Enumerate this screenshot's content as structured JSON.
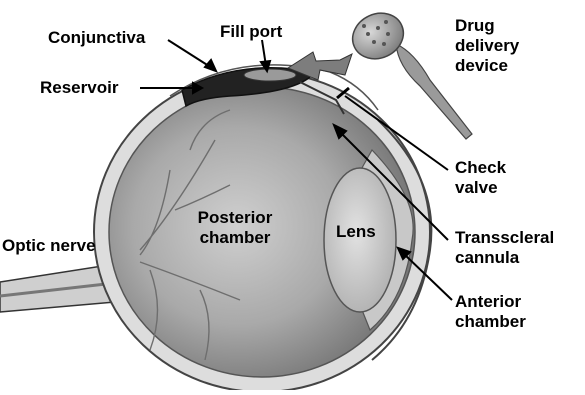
{
  "labels": {
    "conjunctiva": "Conjunctiva",
    "fill_port": "Fill port",
    "reservoir": "Reservoir",
    "drug_device": [
      "Drug",
      "delivery",
      "device"
    ],
    "check_valve": [
      "Check",
      "valve"
    ],
    "posterior_chamber": [
      "Posterior",
      "chamber"
    ],
    "lens": "Lens",
    "optic_nerve": "Optic nerve",
    "transscleral_cannula": [
      "Transscleral",
      "cannula"
    ],
    "anterior_chamber": [
      "Anterior",
      "chamber"
    ]
  },
  "colors": {
    "sclera": "#d6d6d6",
    "eye_interior": "#9a9a9a",
    "reservoir": "#222222",
    "vessel": "#6e6e6e",
    "device": "#8a8a8a"
  }
}
